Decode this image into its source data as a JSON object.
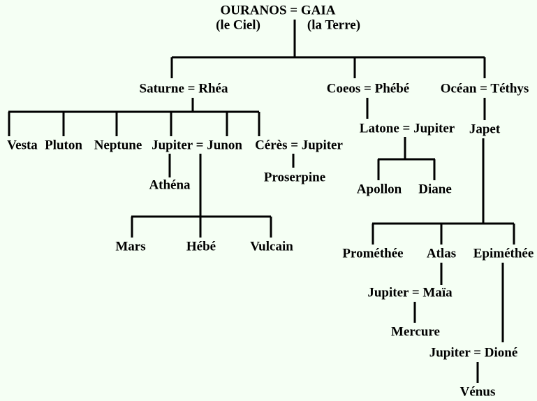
{
  "colors": {
    "background": "#f5fff4",
    "text": "#000000",
    "lines": "#000000"
  },
  "nodes": {
    "root": "OURANOS = GAIA",
    "root_left_sub": "(le Ciel)",
    "root_right_sub": "(la Terre)",
    "saturne_rhea": "Saturne = Rhéa",
    "coeos_phebe": "Coeos = Phébé",
    "ocean_tethys": "Océan = Téthys",
    "vesta": "Vesta",
    "pluton": "Pluton",
    "neptune": "Neptune",
    "jupiter_junon": "Jupiter = Junon",
    "ceres_jupiter": "Cérès = Jupiter",
    "athena": "Athéna",
    "proserpine": "Proserpine",
    "mars": "Mars",
    "hebe": "Hébé",
    "vulcain": "Vulcain",
    "latone_jupiter": "Latone = Jupiter",
    "japet": "Japet",
    "apollon": "Apollon",
    "diane": "Diane",
    "promethee": "Prométhée",
    "atlas": "Atlas",
    "epimethee": "Epiméthée",
    "jupiter_maia": "Jupiter = Maïa",
    "mercure": "Mercure",
    "jupiter_dione": "Jupiter = Dioné",
    "venus": "Vénus"
  }
}
